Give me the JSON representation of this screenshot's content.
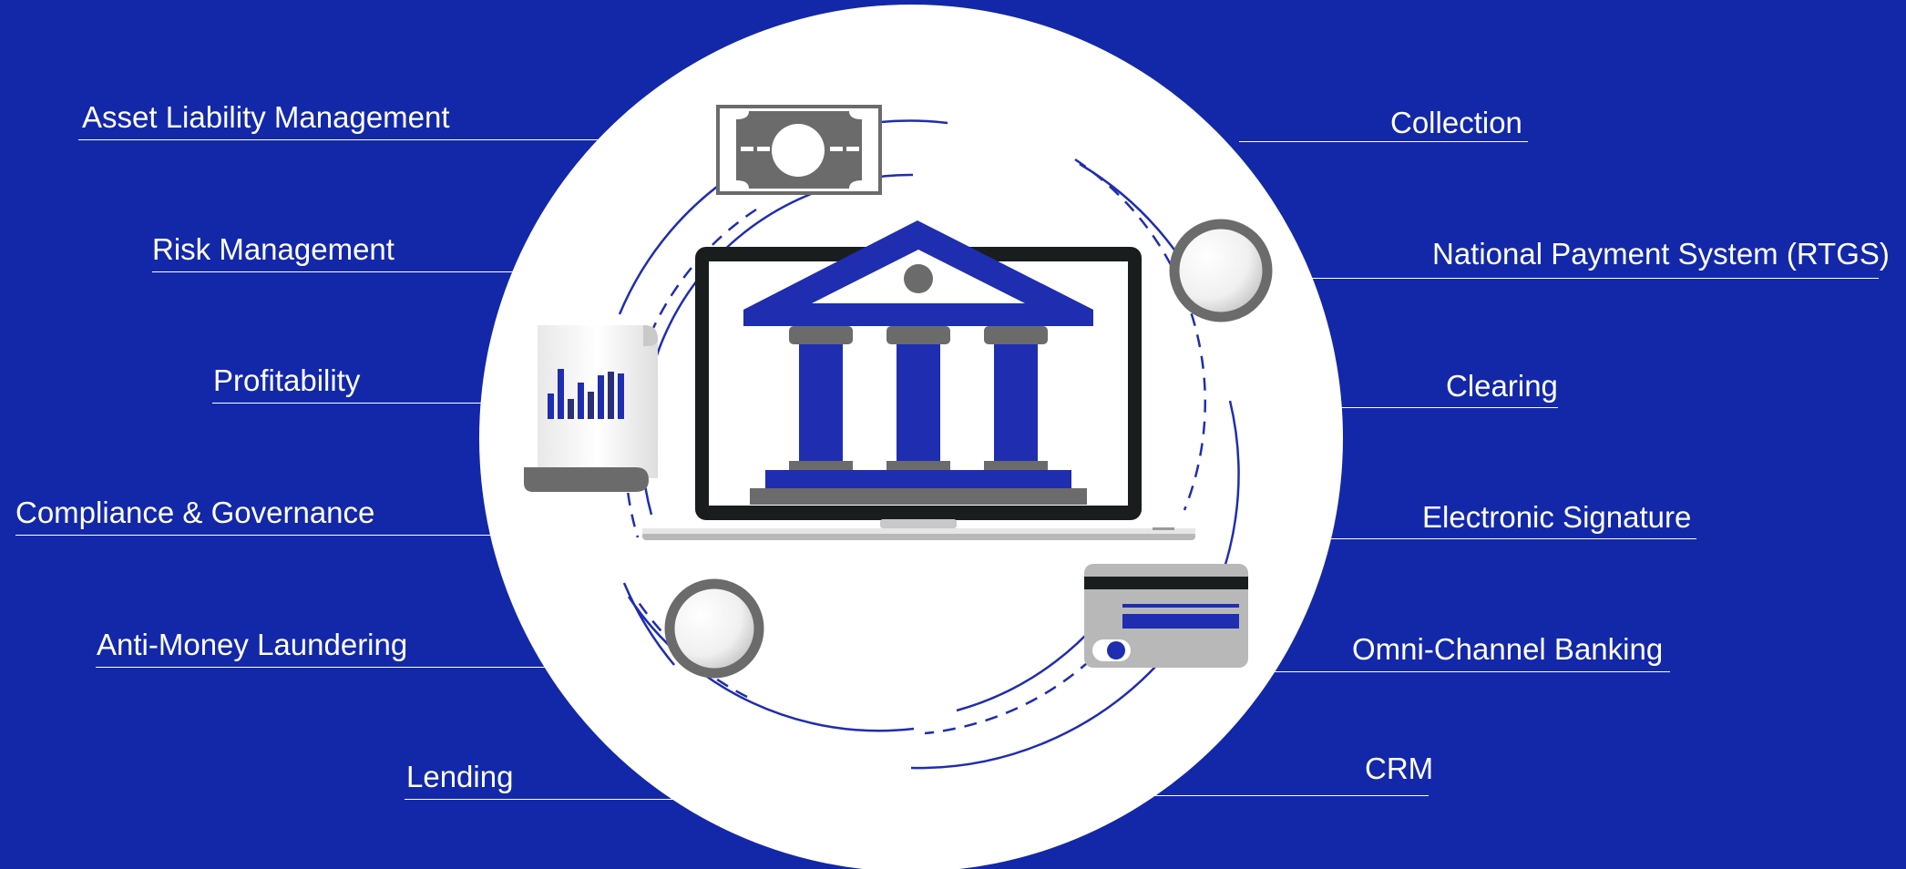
{
  "colors": {
    "background": "#1328a8",
    "circle": "#ffffff",
    "accent_blue": "#1f2db0",
    "gray": "#6b6b6b",
    "light_gray": "#b8b8b8",
    "text": "#ffffff"
  },
  "modules_left": [
    "Asset Liability Management",
    "Risk Management",
    "Profitability",
    "Compliance & Governance",
    "Anti-Money Laundering",
    "Lending"
  ],
  "modules_right": [
    "Collection",
    "National Payment System (RTGS)",
    "Clearing",
    "Electronic Signature",
    "Omni-Channel Banking",
    "CRM"
  ],
  "icons": [
    "banknote-icon",
    "coin-icon",
    "report-scroll-icon",
    "laptop-icon",
    "bank-building-icon",
    "credit-card-icon"
  ]
}
